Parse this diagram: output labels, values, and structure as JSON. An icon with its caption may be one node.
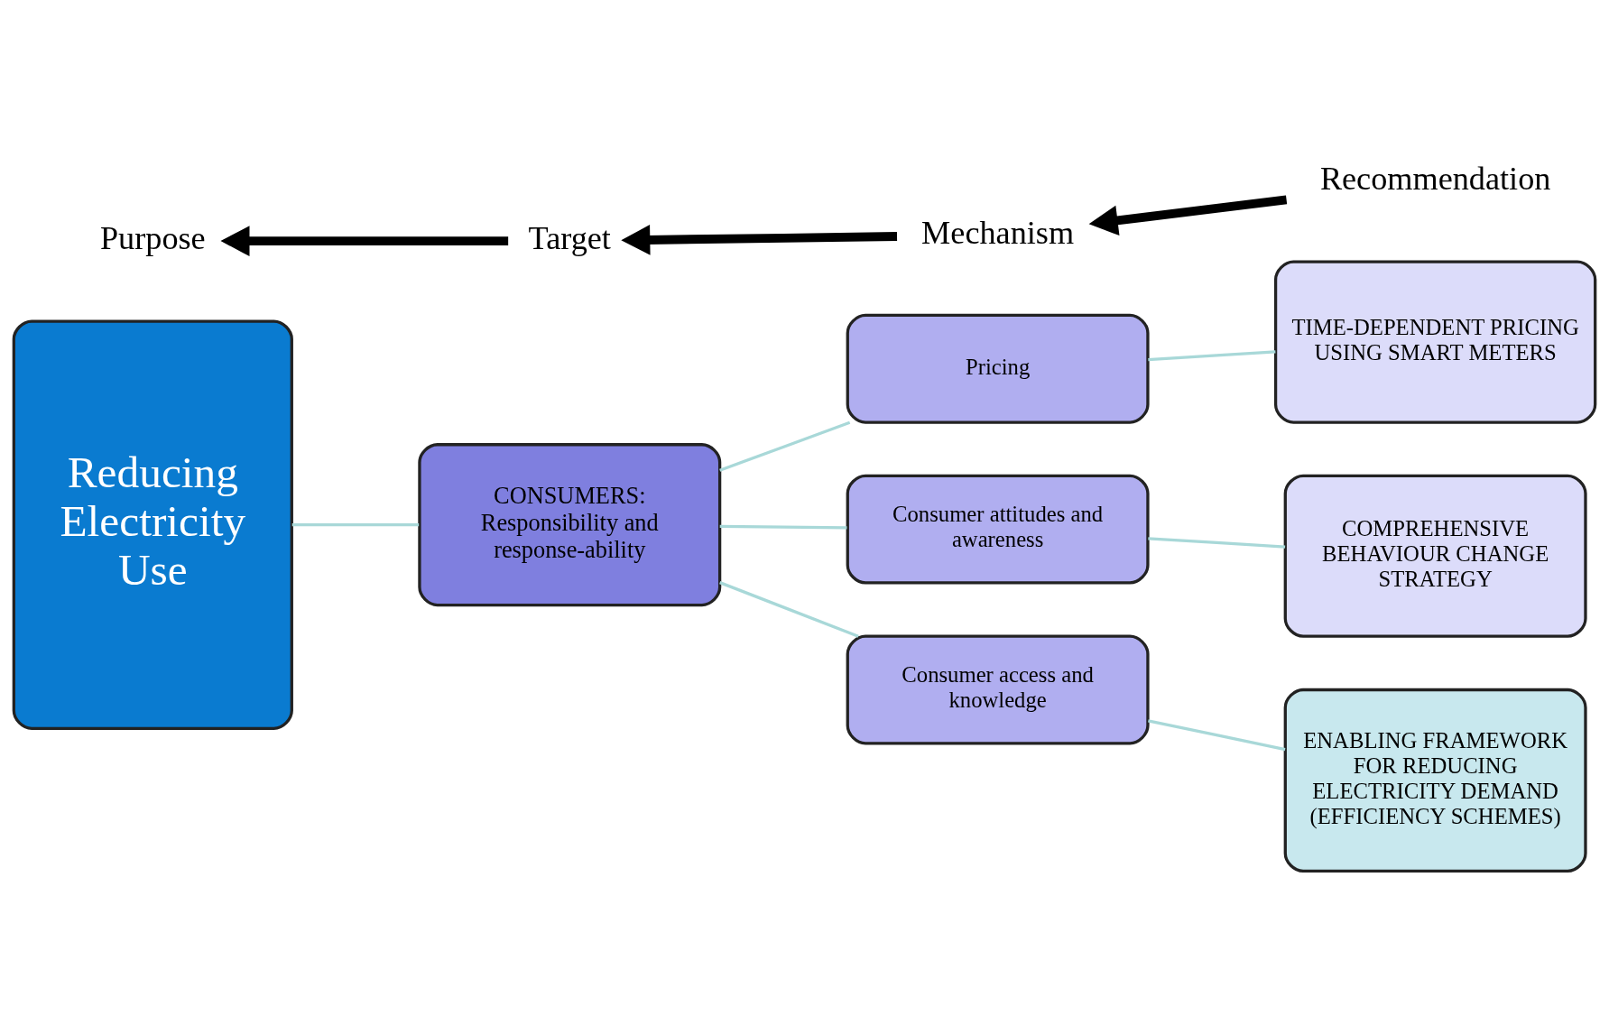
{
  "diagram": {
    "nodes": [
      {
        "text": [
          "Purpose"
        ]
      },
      {
        "text": [
          "Target"
        ]
      },
      {
        "text": [
          "Mechanism"
        ]
      },
      {
        "text": [
          "Recommendation"
        ]
      },
      {
        "text": [
          "Reducing Electricity Use"
        ]
      },
      {
        "text": [
          "CONSUMERS:",
          "Responsibility and response-ability"
        ]
      },
      {
        "text": [
          "Pricing"
        ]
      },
      {
        "text": [
          "Consumer attitudes and awareness"
        ]
      },
      {
        "text": [
          "Consumer access and knowledge"
        ]
      },
      {
        "text": [
          "TIME-DEPENDENT PRICING USING SMART METERS"
        ]
      },
      {
        "text": [
          "COMPREHENSIVE BEHAVIOUR CHANGE STRATEGY"
        ]
      },
      {
        "text": [
          "ENABLING FRAMEWORK FOR REDUCING ELECTRICITY DEMAND (EFFICIENCY SCHEMES)"
        ]
      }
    ],
    "edges": [
      {
        "from": 1,
        "to": 0,
        "arrow": "to",
        "style": "thick",
        "color": "#000000"
      },
      {
        "from": 2,
        "to": 1,
        "arrow": "to",
        "style": "thick",
        "color": "#000000"
      },
      {
        "from": 3,
        "to": 2,
        "arrow": "to",
        "style": "thick",
        "color": "#000000"
      },
      {
        "from": 4,
        "to": 5,
        "arrow": "none"
      },
      {
        "from": 5,
        "to": 6,
        "arrow": "none"
      },
      {
        "from": 5,
        "to": 7,
        "arrow": "none"
      },
      {
        "from": 5,
        "to": 8,
        "arrow": "none"
      },
      {
        "from": 6,
        "to": 9,
        "arrow": "none"
      },
      {
        "from": 7,
        "to": 10,
        "arrow": "none"
      },
      {
        "from": 8,
        "to": 11,
        "arrow": "none"
      }
    ]
  }
}
